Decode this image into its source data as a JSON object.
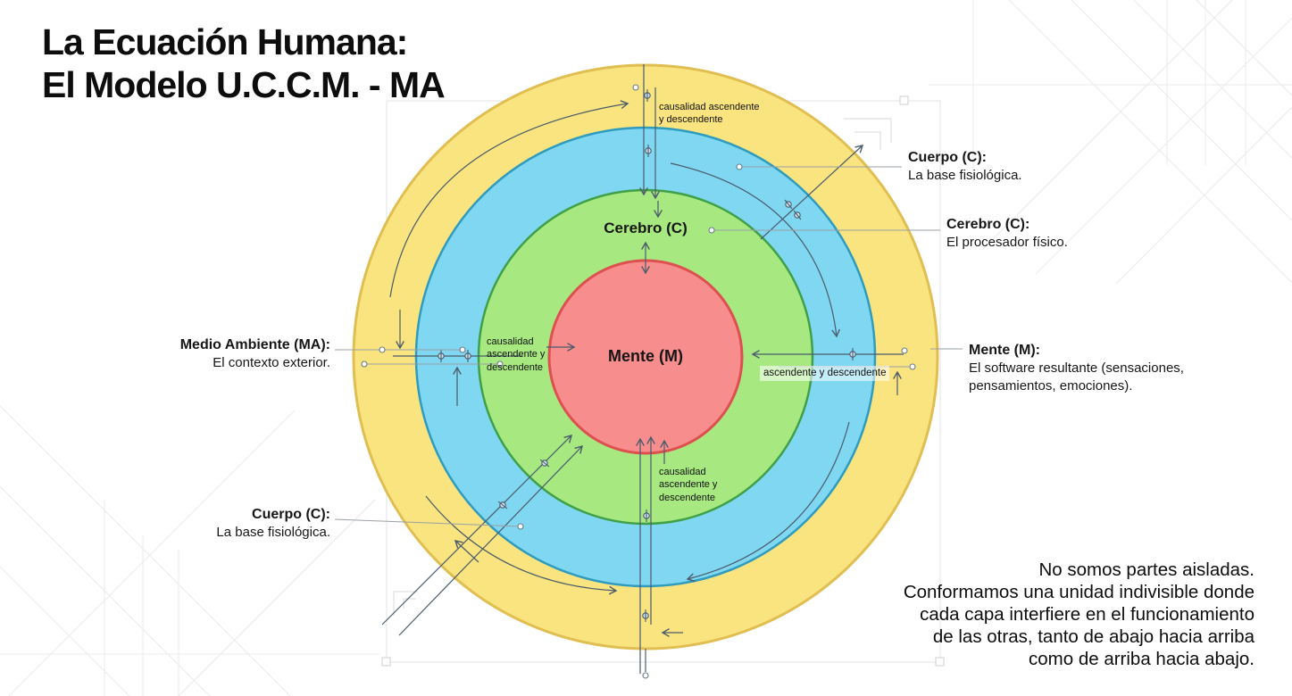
{
  "title": {
    "text": "La Ecuación Humana:\nEl Modelo U.C.C.M. - MA"
  },
  "rings": {
    "medio_ambiente": {
      "fill": "#F9E47F",
      "stroke": "#E0BE52"
    },
    "cuerpo": {
      "fill": "#7FD7F2",
      "stroke": "#2E9BBF"
    },
    "cerebro": {
      "fill": "#A7E881",
      "stroke": "#3FA047",
      "label": "Cerebro (C)"
    },
    "mente": {
      "fill": "#F88D8D",
      "stroke": "#DE4F4F",
      "label": "Mente (M)"
    }
  },
  "annotations": {
    "top": "causalidad ascendente\ny descendente",
    "left": "causalidad\nascendente y\ndescendente",
    "bottom": "causalidad\nascendente y\ndescendente",
    "right": "ascendente y descendente"
  },
  "callouts": {
    "right": [
      {
        "title": "Cuerpo (C):",
        "desc": "La base fisiológica."
      },
      {
        "title": "Cerebro (C):",
        "desc": "El procesador físico."
      },
      {
        "title": "Mente (M):",
        "desc": "El software resultante (sensaciones,\npensamientos, emociones)."
      }
    ],
    "left": [
      {
        "title": "Medio Ambiente (MA):",
        "desc": "El contexto exterior."
      },
      {
        "title": "Cuerpo (C):",
        "desc": "La base fisiológica."
      }
    ]
  },
  "footer": {
    "text": "No somos partes aisladas.\nConformamos una unidad indivisible donde\ncada capa interfiere en el funcionamiento\nde las otras, tanto de abajo hacia arriba\ncomo de arriba hacia abajo."
  },
  "colors": {
    "connector": "#4A5B6B",
    "leader": "#9AA0A6",
    "blueprint": "#ebebeb"
  }
}
